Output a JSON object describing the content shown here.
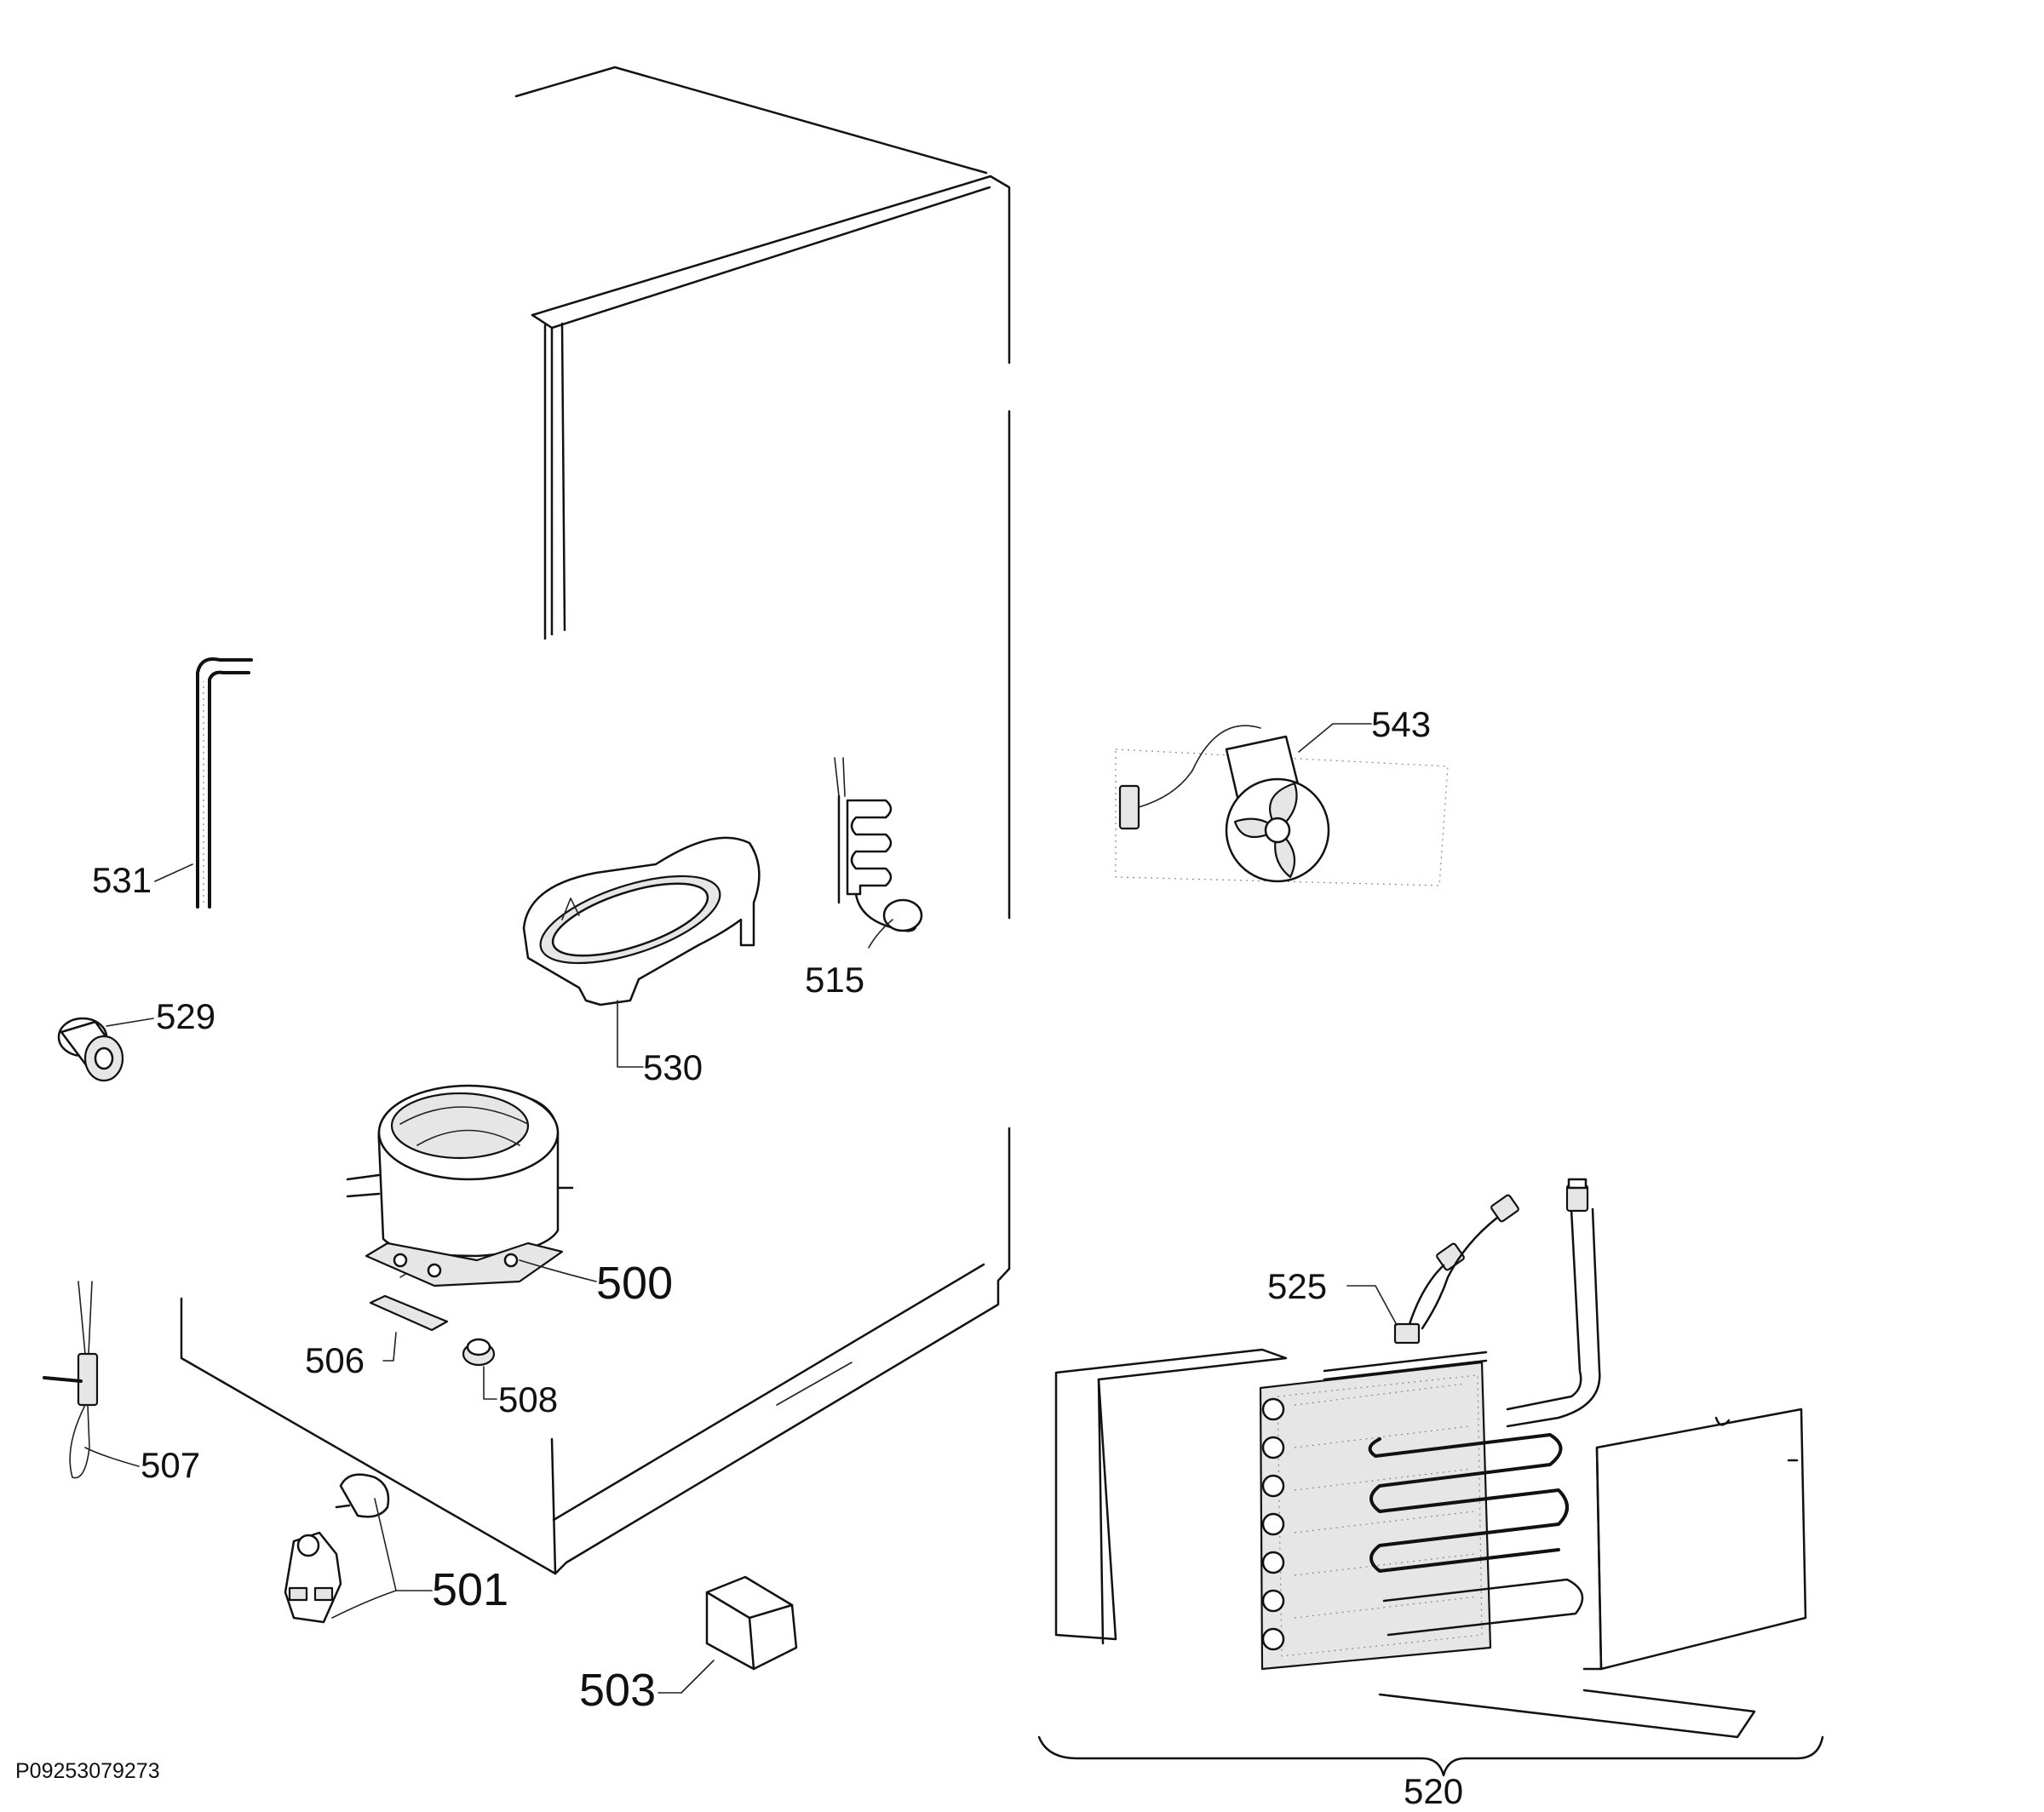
{
  "parts": [
    {
      "id": "531",
      "label": "531"
    },
    {
      "id": "529",
      "label": "529"
    },
    {
      "id": "530",
      "label": "530"
    },
    {
      "id": "515",
      "label": "515"
    },
    {
      "id": "543",
      "label": "543"
    },
    {
      "id": "500",
      "label": "500"
    },
    {
      "id": "506",
      "label": "506"
    },
    {
      "id": "508",
      "label": "508"
    },
    {
      "id": "507",
      "label": "507"
    },
    {
      "id": "501",
      "label": "501"
    },
    {
      "id": "503",
      "label": "503"
    },
    {
      "id": "525",
      "label": "525"
    },
    {
      "id": "520",
      "label": "520"
    }
  ],
  "drawing_reference": "P09253079273"
}
